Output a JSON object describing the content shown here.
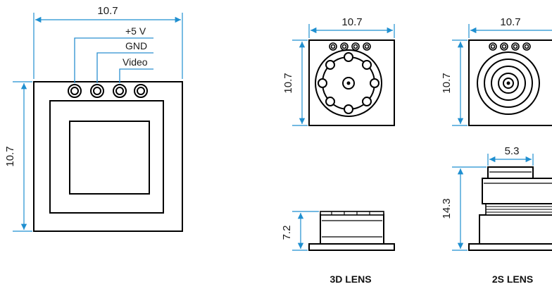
{
  "views": {
    "main": {
      "width_label": "10.7",
      "height_label": "10.7",
      "pins": [
        "+5 V",
        "GND",
        "Video"
      ]
    },
    "lens_3d": {
      "width_label": "10.7",
      "height_label": "10.7",
      "side_height_label": "7.2",
      "caption": "3D LENS"
    },
    "lens_2s": {
      "width_label": "10.7",
      "height_label": "10.7",
      "lens_width_label": "5.3",
      "side_height_label": "14.3",
      "caption": "2S LENS"
    }
  },
  "colors": {
    "dimension": "#1f8fd0",
    "outline": "#000000",
    "callout": "#2a8fd0"
  }
}
